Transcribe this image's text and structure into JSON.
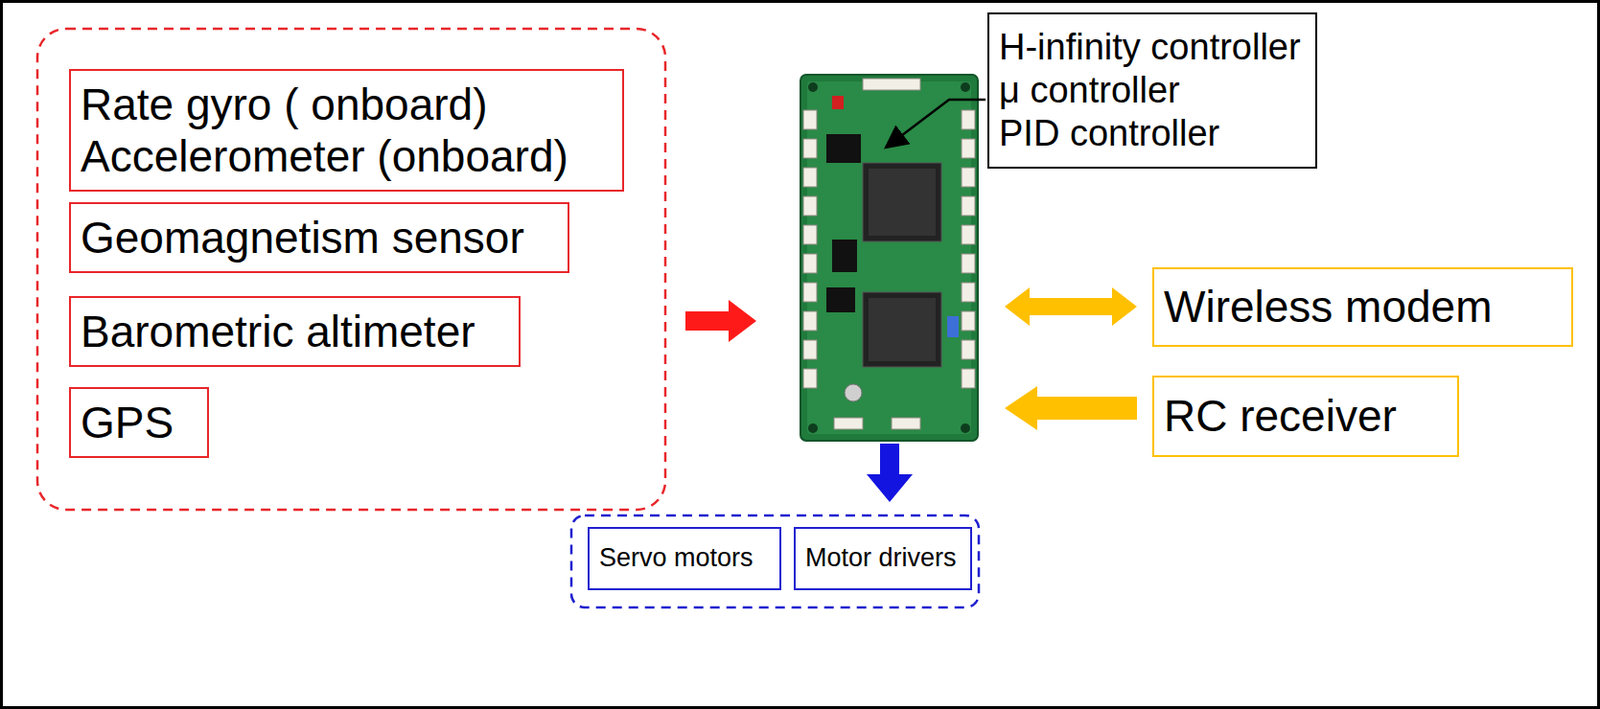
{
  "diagram": {
    "nodes": [
      {
        "text": [
          "Rate gyro ( onboard)",
          "Accelerometer (onboard)"
        ]
      },
      {
        "text": [
          "Geomagnetism sensor"
        ]
      },
      {
        "text": [
          "Barometric altimeter"
        ]
      },
      {
        "text": [
          "GPS"
        ]
      },
      {
        "text": [
          "H-infinity controller",
          "μ controller",
          "PID controller"
        ]
      },
      {
        "text": [
          "Wireless modem"
        ]
      },
      {
        "text": [
          "RC receiver"
        ]
      },
      {
        "text": [
          "Servo motors"
        ]
      },
      {
        "text": [
          "Motor drivers"
        ]
      }
    ]
  }
}
